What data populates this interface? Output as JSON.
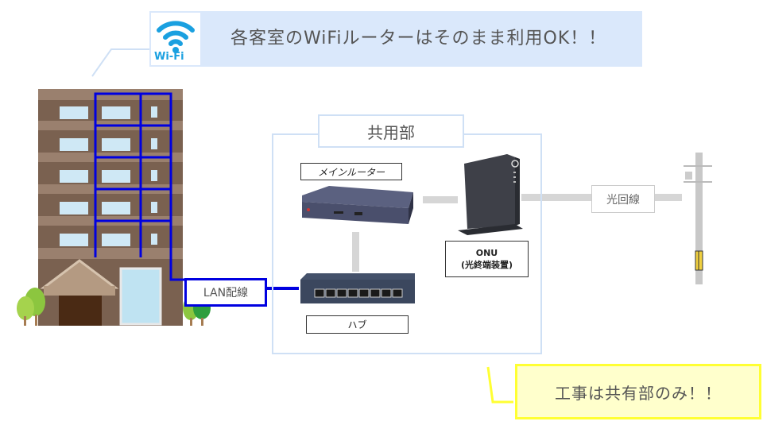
{
  "banner": {
    "wifi_logo_text": "Wi-Fi",
    "message": "各客室のWiFiルーターはそのまま利用OK！！",
    "background_color": "#dae8fb"
  },
  "common_area": {
    "title": "共用部",
    "border_color": "#cfe0f5"
  },
  "devices": {
    "main_router": {
      "label": "メインルーター",
      "icon": "router-icon"
    },
    "onu": {
      "label_line1": "ONU",
      "label_line2": "(光終端装置)",
      "icon": "onu-icon"
    },
    "hub": {
      "label": "ハブ",
      "icon": "switch-hub-icon"
    }
  },
  "connections": {
    "lan": {
      "label": "LAN配線",
      "color": "#0000e0"
    },
    "fiber": {
      "label": "光回線",
      "color": "#d0d0d0"
    }
  },
  "building": {
    "icon": "apartment-building-icon",
    "floors": 5
  },
  "utility_pole": {
    "icon": "utility-pole-icon"
  },
  "note": {
    "message": "工事は共有部のみ！！",
    "background_color": "#ffffcc",
    "border_color": "#ffff33"
  }
}
